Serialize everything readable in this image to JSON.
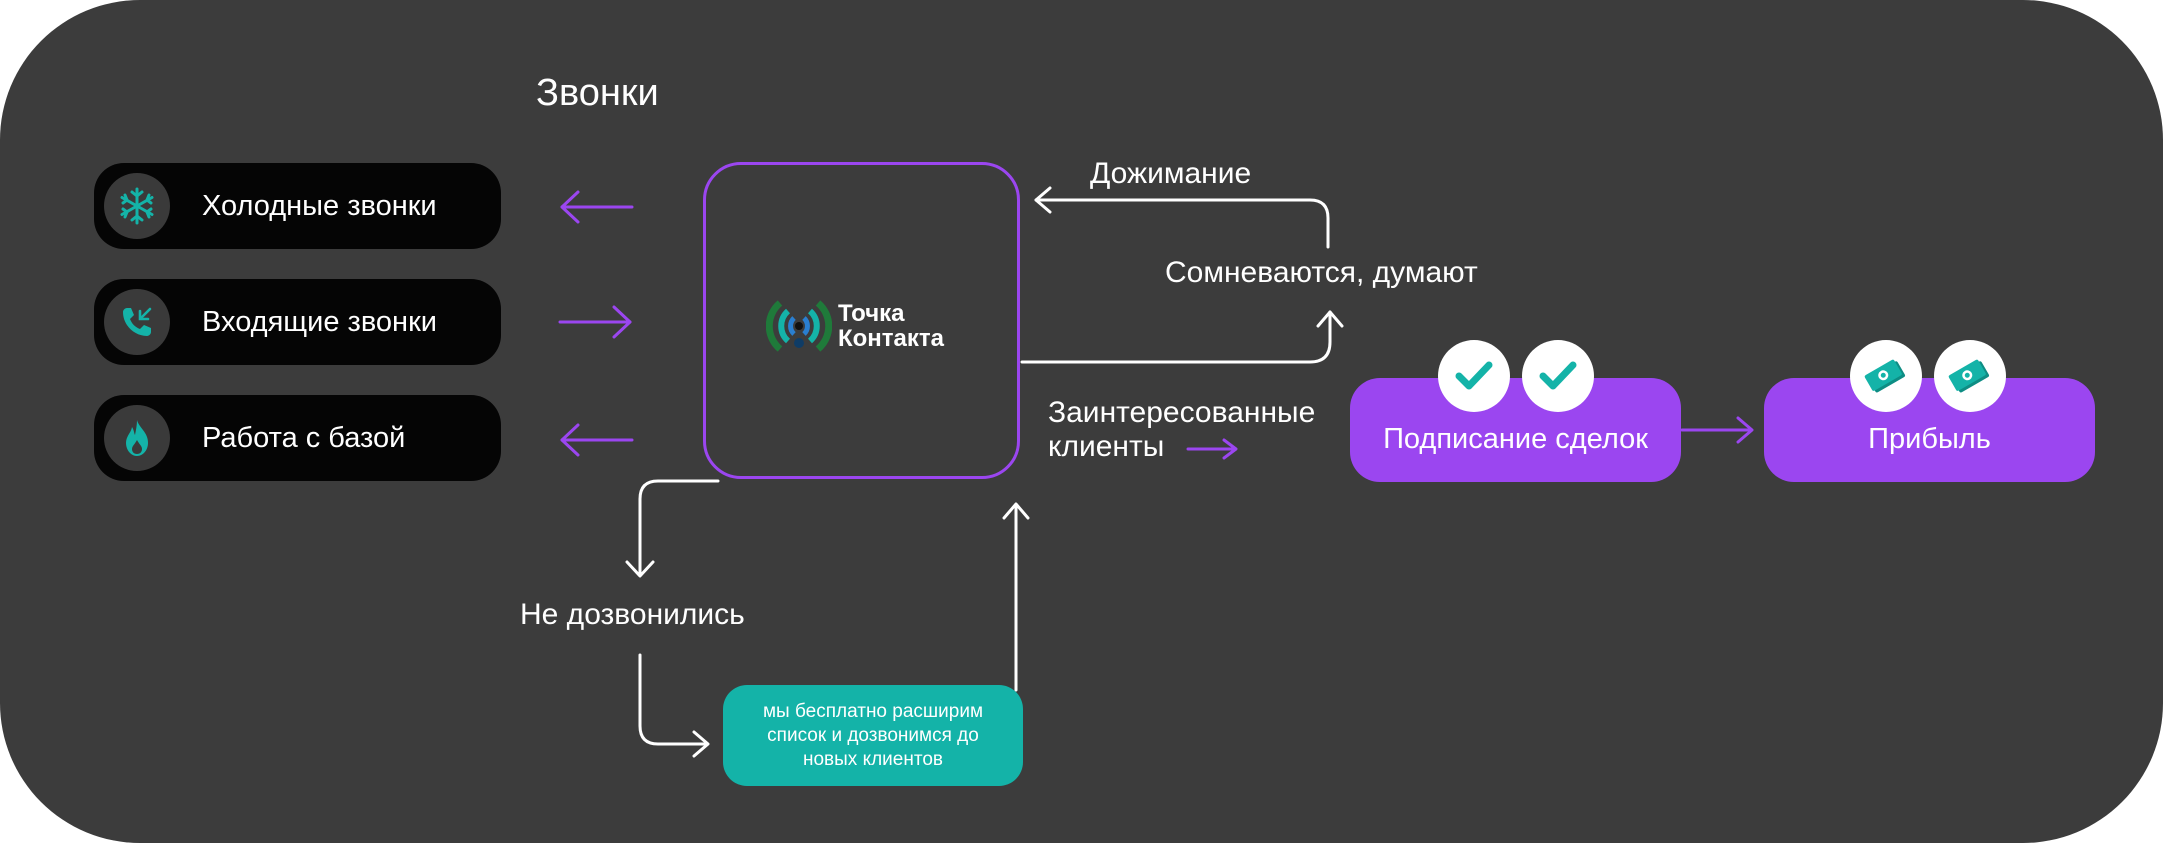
{
  "title": "Звонки",
  "sources": [
    {
      "label": "Холодные звонки",
      "icon": "snowflake-icon"
    },
    {
      "label": "Входящие звонки",
      "icon": "incoming-call-icon"
    },
    {
      "label": "Работа с базой",
      "icon": "flame-icon"
    }
  ],
  "center": {
    "logo_line1": "Точка",
    "logo_line2": "Контакта"
  },
  "labels": {
    "pressing": "Дожимание",
    "doubting": "Сомневаются, думают",
    "interested_line1": "Заинтересованные",
    "interested_line2": "клиенты",
    "not_reached": "Не дозвонились"
  },
  "teal_note": {
    "line1": "мы бесплатно расширим",
    "line2": "список и дозвонимся до",
    "line3": "новых клиентов"
  },
  "deals": {
    "label": "Подписание сделок"
  },
  "profit": {
    "label": "Прибыль"
  },
  "colors": {
    "background": "#3c3c3c",
    "accent_purple": "#9b46f0",
    "accent_teal": "#14b3a8",
    "pill": "#050505"
  }
}
